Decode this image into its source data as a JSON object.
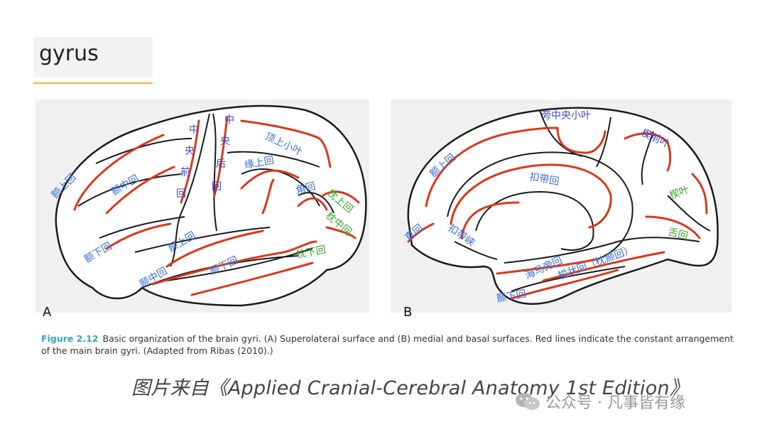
{
  "title": "gyrus",
  "panels": [
    "A",
    "B"
  ],
  "panelA_labels": {
    "sup_frontal": "额上回",
    "mid_frontal": "额中回",
    "inf_frontal": "额下回",
    "precentral_1": "中",
    "precentral_2": "央",
    "precentral_3": "前",
    "precentral_4": "回",
    "postcentral_1": "中",
    "postcentral_2": "央",
    "postcentral_3": "后",
    "postcentral_4": "回",
    "sup_parietal": "顶上小叶",
    "supramarginal": "缘上回",
    "angular": "角回",
    "sup_occipital": "枕上回",
    "mid_occipital": "枕中回",
    "inf_occipital": "枕下回",
    "sup_temporal": "颞上回",
    "mid_temporal": "颞中回",
    "inf_temporal": "颞下回"
  },
  "panelB_labels": {
    "paracentral": "旁中央小叶",
    "precuneus": "楔前叶",
    "sup_frontal": "额上回",
    "cingulate": "扣带回",
    "cuneus": "楔叶",
    "lingual": "舌回",
    "rectus": "直回",
    "cingulate_isthmus": "扣带峡",
    "parahippocampal": "海马旁回",
    "fusiform": "梭状回（枕颞回）",
    "inf_temporal": "颞下回"
  },
  "caption": {
    "label": "Figure 2.12",
    "text": "Basic organization of the brain gyri. (A) Superolateral surface and (B) medial and basal surfaces. Red lines indicate the constant arrangement of the main brain gyri. (Adapted from Ribas (2010).)"
  },
  "source": "图片来自《Applied Cranial-Cerebral Anatomy 1st Edition》",
  "watermark": "公众号 · 凡事皆有缘",
  "colors": {
    "accent_rule": "#f0b429",
    "gyrus_line": "#d9381e",
    "label_blue": "#3a46c8",
    "label_green": "#3aa52a",
    "caption_label": "#3aa3c6"
  }
}
